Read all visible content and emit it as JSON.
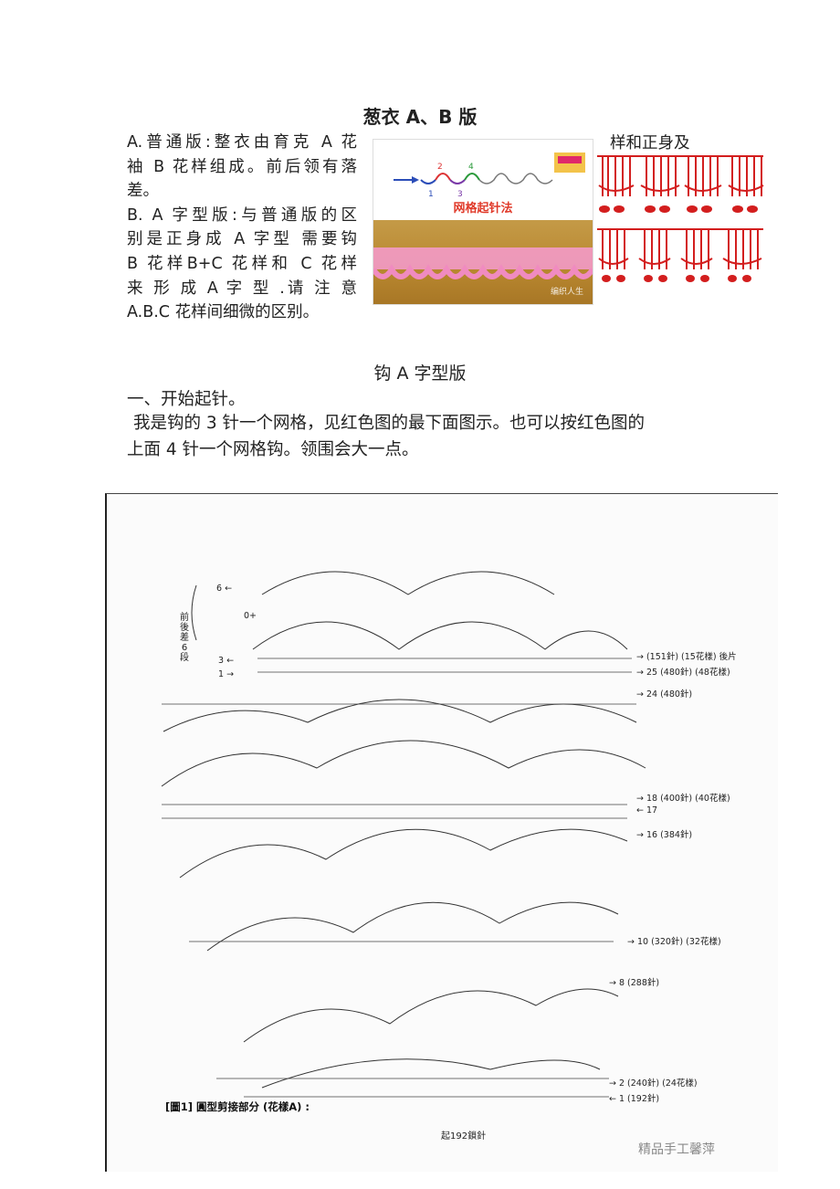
{
  "doc": {
    "title": "葱衣 A、B 版",
    "intro_lines": [
      "A.普通版:整衣由育克 A 花",
      "袖 B 花样组成。前后领有落",
      "差。",
      "B.  A 字型版:与普通版的区",
      "别是正身成 A 字型 需要钩",
      "B 花样B+C 花样和 C 花样",
      "来 形 成  A   字 型 .请 注 意",
      "A.B.C 花样间细微的区别。"
    ],
    "intro_tail": "样和正身及",
    "section_title": "钩 A 字型版",
    "step1": "一、开始起针。",
    "step1_text_a": "我是钩的 3 针一个网格，见红色图的最下面图示。也可以按红色图的",
    "step1_text_b": "上面 4 针一个网格钩。领围会大一点。"
  },
  "photo": {
    "caption": "网格起针法",
    "numbers": [
      "2",
      "4",
      "1",
      "3"
    ],
    "watermark": "编织人生"
  },
  "diagram": {
    "row_labels": [
      "→ (151針) (15花樣) 後片",
      "→ 25 (480針) (48花樣)",
      "→ 24 (480針)",
      "→ 18 (400針) (40花樣)",
      "← 17",
      "→ 16 (384針)",
      "→ 10 (320針) (32花樣)",
      "→ 8 (288針)",
      "→ 2 (240針) (24花樣)",
      "← 1 (192針)"
    ],
    "left_labels": [
      "6 ←",
      "0+",
      "3 ←",
      "1 →"
    ],
    "side_note": "前後差6段",
    "caption": "[圖1] 圓型剪接部分 (花樣A) :",
    "start": "起192鎖針",
    "watermark": "精品手工馨萍"
  }
}
